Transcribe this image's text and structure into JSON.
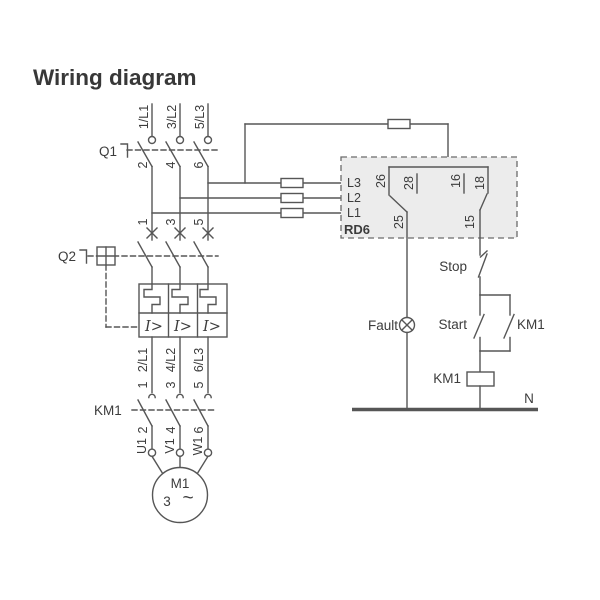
{
  "title": "Wiring diagram",
  "colors": {
    "line": "#565656",
    "text": "#3c3c3c",
    "rd6_fill": "#ececec",
    "background": "#ffffff"
  },
  "power": {
    "q1": {
      "label": "Q1",
      "line_terminals": [
        "1/L1",
        "3/L2",
        "5/L3"
      ],
      "load_terminals": [
        "2",
        "4",
        "6"
      ]
    },
    "q2": {
      "label": "Q2",
      "line_terminals": [
        "1",
        "3",
        "5"
      ],
      "overcurrent_symbol": "I>",
      "load_terminals": [
        "2/L1",
        "4/L2",
        "6/L3"
      ]
    },
    "km1": {
      "label": "KM1",
      "line_terminals": [
        "1",
        "3",
        "5"
      ],
      "load_terminals": [
        "2",
        "4",
        "6"
      ]
    },
    "motor": {
      "name": "M1",
      "phase": "3",
      "ac": "~",
      "terminals": [
        "U1",
        "V1",
        "W1"
      ]
    }
  },
  "rd6": {
    "label": "RD6",
    "line_inputs": [
      "L3",
      "L2",
      "L1"
    ],
    "fault_contact": {
      "terminals": [
        "26",
        "28",
        "25"
      ]
    },
    "run_contact": {
      "terminals": [
        "16",
        "18",
        "15"
      ]
    }
  },
  "control": {
    "fault": "Fault",
    "stop": "Stop",
    "start": "Start",
    "km1_aux": "KM1",
    "km1_coil": "KM1",
    "neutral": "N"
  }
}
